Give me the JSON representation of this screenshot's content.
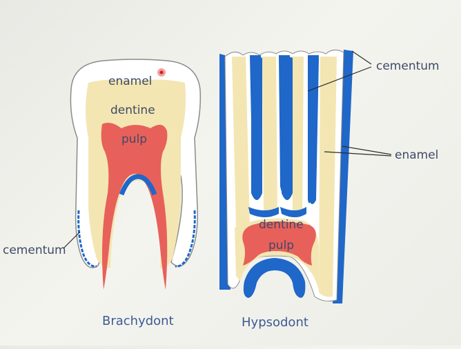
{
  "colors": {
    "enamel": "#ffffff",
    "dentine": "#f3e6b2",
    "pulp": "#e8605a",
    "cementum": "#1f67c9",
    "outline": "#8a8a8a",
    "label_text": "#3e4a66",
    "caption_text": "#3d5a93"
  },
  "brachydont": {
    "label_enamel": "enamel",
    "label_dentine": "dentine",
    "label_pulp": "pulp",
    "label_cementum": "cementum",
    "caption": "Brachydont"
  },
  "hypsodont": {
    "label_cementum": "cementum",
    "label_enamel": "enamel",
    "label_dentine": "dentine",
    "label_pulp": "pulp",
    "caption": "Hypsodont"
  }
}
